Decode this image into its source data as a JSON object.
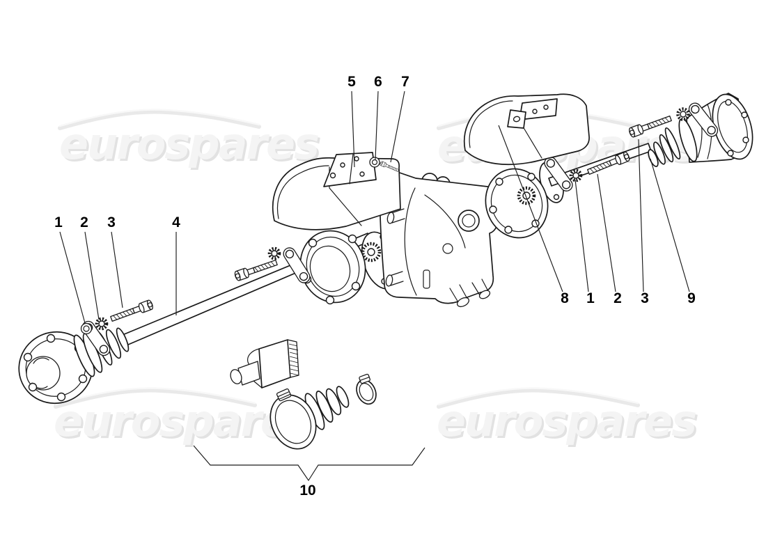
{
  "watermark": {
    "text": "eurospares"
  },
  "callouts": {
    "left": [
      {
        "label": "1"
      },
      {
        "label": "2"
      },
      {
        "label": "3"
      },
      {
        "label": "4"
      }
    ],
    "top": [
      {
        "label": "5"
      },
      {
        "label": "6"
      },
      {
        "label": "7"
      }
    ],
    "right": [
      {
        "label": "8"
      },
      {
        "label": "1"
      },
      {
        "label": "2"
      },
      {
        "label": "3"
      },
      {
        "label": "9"
      }
    ],
    "bottom": [
      {
        "label": "10"
      }
    ]
  },
  "colors": {
    "line": "#1a1a1a",
    "label": "#000000",
    "wm_light": "#f4f4f4",
    "wm_shade": "#e2e2e2",
    "swoosh": "#e9e9e9",
    "background": "#ffffff"
  }
}
